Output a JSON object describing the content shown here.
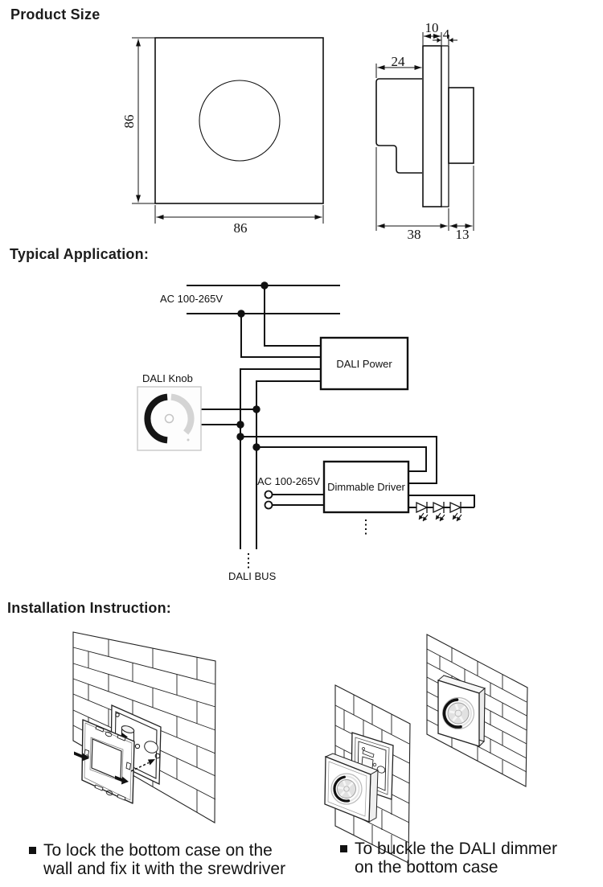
{
  "colors": {
    "ink": "#1a1a1a",
    "panel_border": "#c8c8c8"
  },
  "sections": {
    "product_size": {
      "heading": "Product Size",
      "front_view": {
        "height_label": "86",
        "width_label": "86"
      },
      "side_view": {
        "back_depth_label": "24",
        "plate_label": "10",
        "gap_label": "4",
        "total_depth_label": "38",
        "knob_depth_label": "13"
      }
    },
    "typical_application": {
      "heading": "Typical Application:",
      "labels": {
        "ac_input_top": "AC 100-265V",
        "dali_knob": "DALI Knob",
        "dali_power": "DALI Power",
        "ac_input_driver": "AC 100-265V",
        "dimmable_driver": "Dimmable Driver",
        "dali_bus": "DALI BUS"
      }
    },
    "installation": {
      "heading": "Installation Instruction:",
      "steps": [
        {
          "text": "To lock the bottom case on the wall and fix it with the srewdriver"
        },
        {
          "text": "To buckle the DALI dimmer on the bottom case"
        }
      ]
    }
  }
}
